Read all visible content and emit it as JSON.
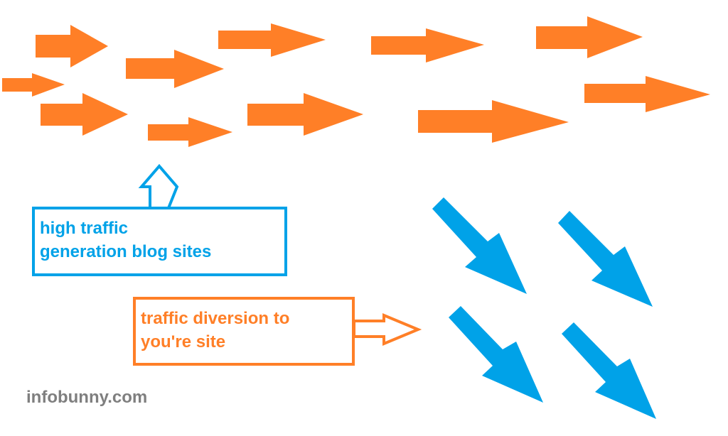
{
  "diagram": {
    "colors": {
      "orange": "#ff7f27",
      "blue": "#00a2e8",
      "gray": "#7f7f7f",
      "background": "#ffffff"
    },
    "orange_arrows_count": 11,
    "blue_arrows_count": 4,
    "blog_sites_box": {
      "line1": "high traffic",
      "line2": "generation blog sites",
      "icon": "up-arrow-outline-icon"
    },
    "diversion_box": {
      "line1": "traffic diversion to",
      "line2": "you're site",
      "icon": "right-arrow-outline-icon"
    },
    "watermark": "infobunny.com"
  }
}
